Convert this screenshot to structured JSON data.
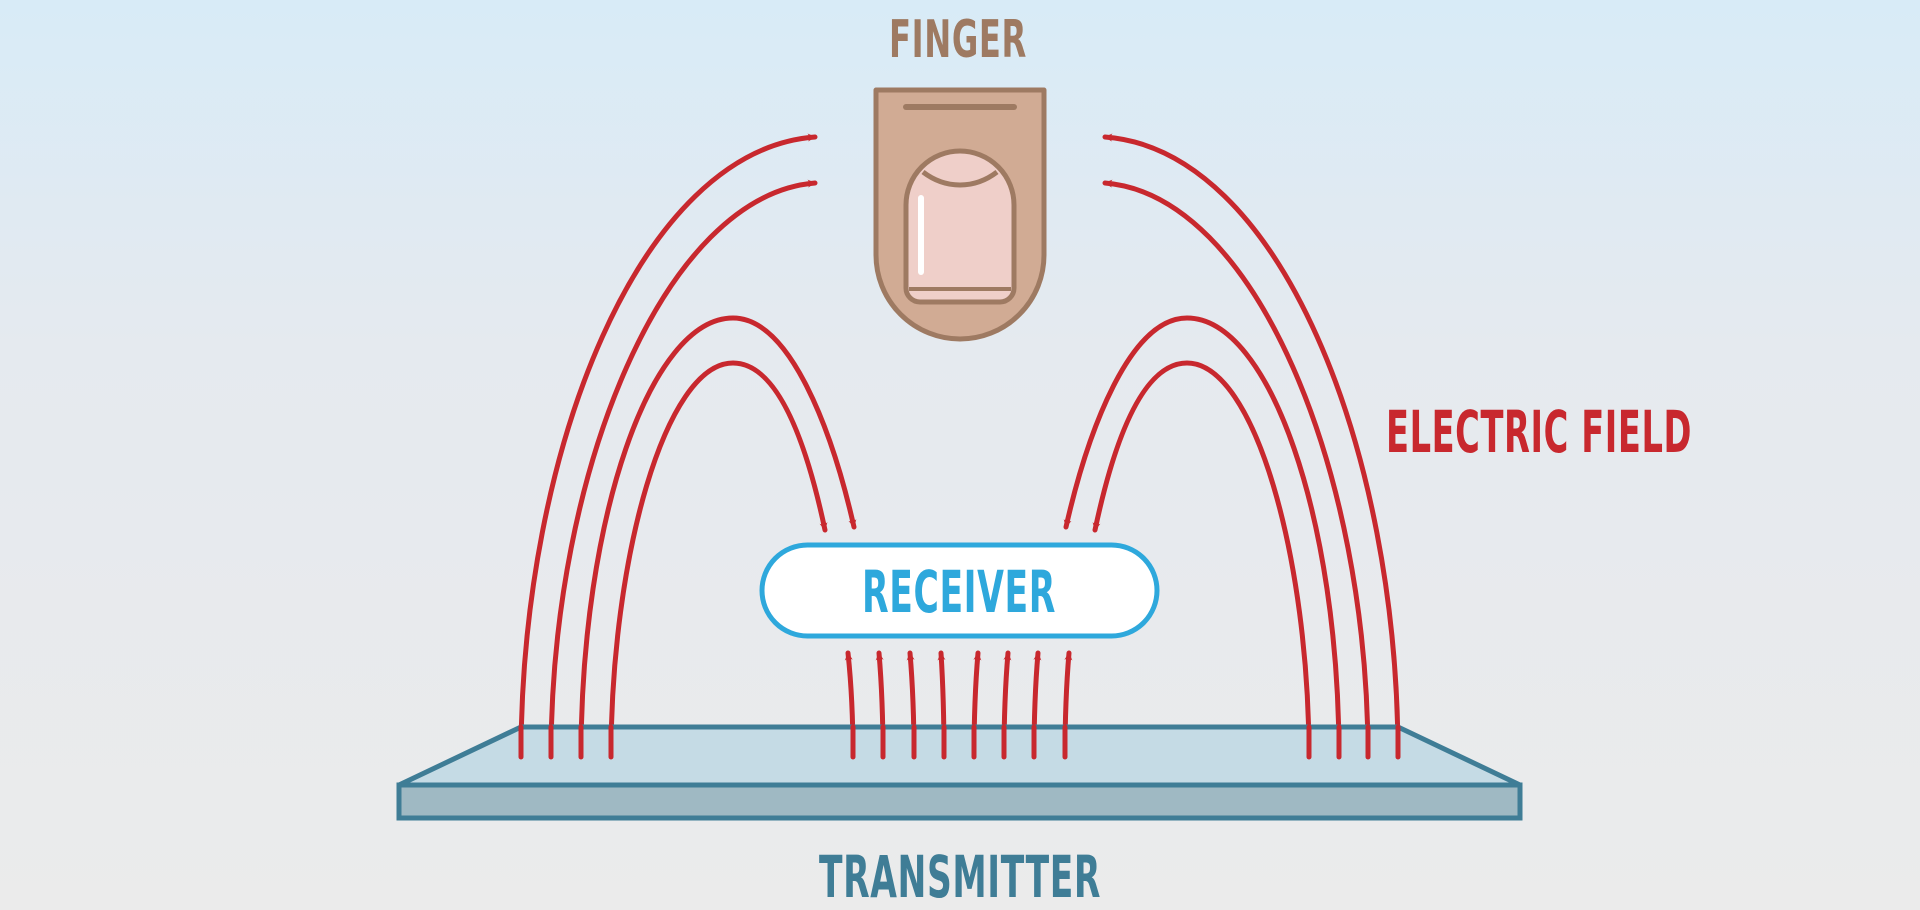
{
  "labels": {
    "finger": "FINGER",
    "electric_field": "ELECTRIC FIELD",
    "receiver": "RECEIVER",
    "transmitter": "TRANSMITTER"
  },
  "colors": {
    "finger_label": "#9e7a62",
    "finger_body": "#d1ab94",
    "finger_outline": "#9e7a62",
    "nail_fill": "#efcfc9",
    "field_line": "#c8282e",
    "receiver_outline": "#2ea8dc",
    "receiver_text": "#2ea8dc",
    "receiver_fill": "#ffffff",
    "transmitter_outline": "#3f7d96",
    "transmitter_top": "#c5dbe5",
    "transmitter_side": "#9fb9c3",
    "transmitter_text": "#3f7d96"
  },
  "icons": {
    "finger": "finger-icon",
    "field": "electric-field-arrows"
  }
}
